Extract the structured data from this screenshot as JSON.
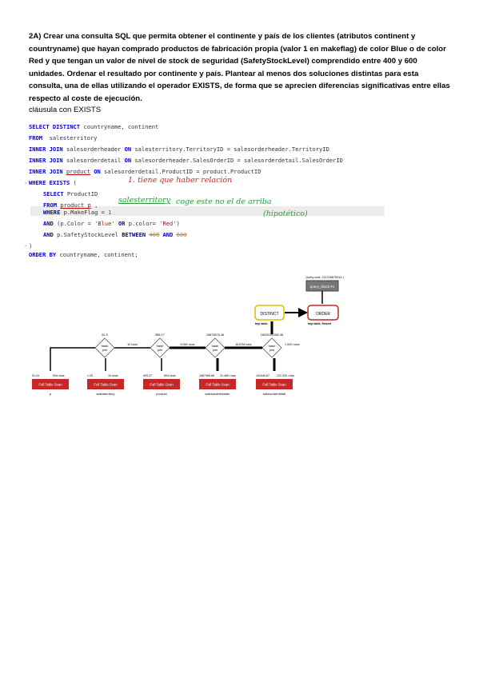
{
  "question": {
    "text": "2A) Crear una consulta SQL que permita obtener el continente y país de los clientes (atributos continent y countryname) que hayan comprado productos de fabricación propia (valor 1 en makeflag) de color Blue o de color Red y que tengan un valor de nivel de stock de seguridad (SafetyStockLevel) comprendido entre 400 y 600 unidades. Ordenar el resultado por continente y país. Plantear al menos dos soluciones distintas para esta consulta, una de ellas utilizando el operador EXISTS, de forma que se aprecien diferencias significativas entre ellas respecto al coste de ejecución."
  },
  "subtitle": "cláusula con EXISTS",
  "sql": {
    "select": "SELECT DISTINCT",
    "select_cols": " countryname, continent",
    "from_kw": "FROM",
    "from_tbl": "  salesterritory",
    "j1_kw": "INNER JOIN",
    "j1_a": " salesorderheader ",
    "j1_on": "ON",
    "j1_b": " salesterritory.TerritoryID = salesorderheader.TerritoryID",
    "j2_kw": "INNER JOIN",
    "j2_a": " salesorderdetail ",
    "j2_on": "ON",
    "j2_b": " salesorderheader.SalesOrderID = salesorderdetail.SalesOrderID",
    "j3_kw": "INNER JOIN",
    "j3_tbl": "product",
    "j3_on": "ON",
    "j3_b": " salesorderdetail.ProductID = product.ProductID",
    "where_kw": "WHERE EXISTS",
    "where_rest": " (",
    "sub_select": "SELECT",
    "sub_select_col": " ProductID",
    "sub_from": "FROM",
    "sub_from_tbl": "product p",
    "sub_from_rest": " ,",
    "sub_where": "WHERE",
    "sub_where_a": " p.MakeFlag = ",
    "sub_where_v": "1",
    "and1": "AND",
    "and1_a": " (p.Color = ",
    "and1_s1": "'Blue'",
    "or": " OR ",
    "and1_b": "p.color= ",
    "and1_s2": "'Red'",
    "and1_c": ")",
    "and2": "AND",
    "and2_a": " p.SafetyStockLevel ",
    "between": "BETWEEN",
    "v400": "400",
    "and_kw": " AND ",
    "v600": "600",
    "close": ")",
    "order": "ORDER BY",
    "order_cols": " countryname, continent;"
  },
  "notes": {
    "n1": "1.  tiene que haber relación",
    "n2a": "salesterritory",
    "n2b": "coge este   no el de arriba",
    "n2c": "(hipotético)"
  },
  "plan": {
    "query_cost": "Query cost: 211216679014.|",
    "query_block": "query_block #1",
    "distinct": "DISTINCT",
    "distinct_sub": "tmp table",
    "order": "ORDER",
    "order_sub": "tmp table, filesort",
    "scans": [
      {
        "label": "Full Table Scan",
        "table": "p",
        "cost": "51.04",
        "rows": "504 rows"
      },
      {
        "label": "Full Table Scan",
        "table": "salesterritory",
        "cost": "1.25",
        "rows": "10 rows"
      },
      {
        "label": "Full Table Scan",
        "table": "product",
        "cost": "505.27",
        "rows": "504 rows"
      },
      {
        "label": "Full Table Scan",
        "table": "salesorderheader",
        "cost": "1887468.68",
        "rows": "31.46K rows"
      },
      {
        "label": "Full Table Scan",
        "table": "salesorderdetail",
        "cost": "192449.87",
        "rows": "121.32K rows"
      }
    ],
    "joins": [
      {
        "label": "hash\njoin",
        "cost": "52.9",
        "rows": "10 rows"
      },
      {
        "label": "hash\njoin",
        "cost": "556.17",
        "rows": "5.04K rows"
      },
      {
        "label": "hash\njoin",
        "cost": "15876876.46",
        "rows": "15.87M rows"
      },
      {
        "label": "hash\njoin",
        "cost": "16020152462.48",
        "rows": "1.92G rows"
      }
    ]
  },
  "colors": {
    "keyword": "#0000cd",
    "string": "#a31515",
    "number": "#098658",
    "handwriting_red": "#e32020",
    "handwriting_green": "#2a9a3a",
    "scan_red": "#c62828",
    "distinct_border": "#d4c200",
    "order_border": "#c62828"
  }
}
